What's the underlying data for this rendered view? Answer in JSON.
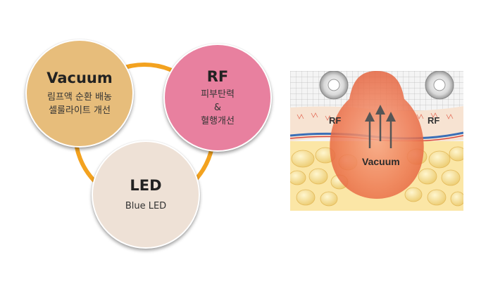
{
  "diagram": {
    "vacuum": {
      "title": "Vacuum",
      "lines": [
        "림프액 순환 배농",
        "셀룰라이트 개선"
      ]
    },
    "rf": {
      "title": "RF",
      "lines": [
        "피부탄력",
        "&",
        "혈행개선"
      ]
    },
    "led": {
      "title": "LED",
      "lines": [
        "Blue LED"
      ]
    }
  },
  "illustration": {
    "label_rf_left": "RF",
    "label_rf_right": "RF",
    "label_vacuum": "Vacuum"
  },
  "colors": {
    "ring": "#f3a21f",
    "vacuum": "#e7bd7b",
    "rf": "#e8809f",
    "led": "#eee1d6"
  }
}
